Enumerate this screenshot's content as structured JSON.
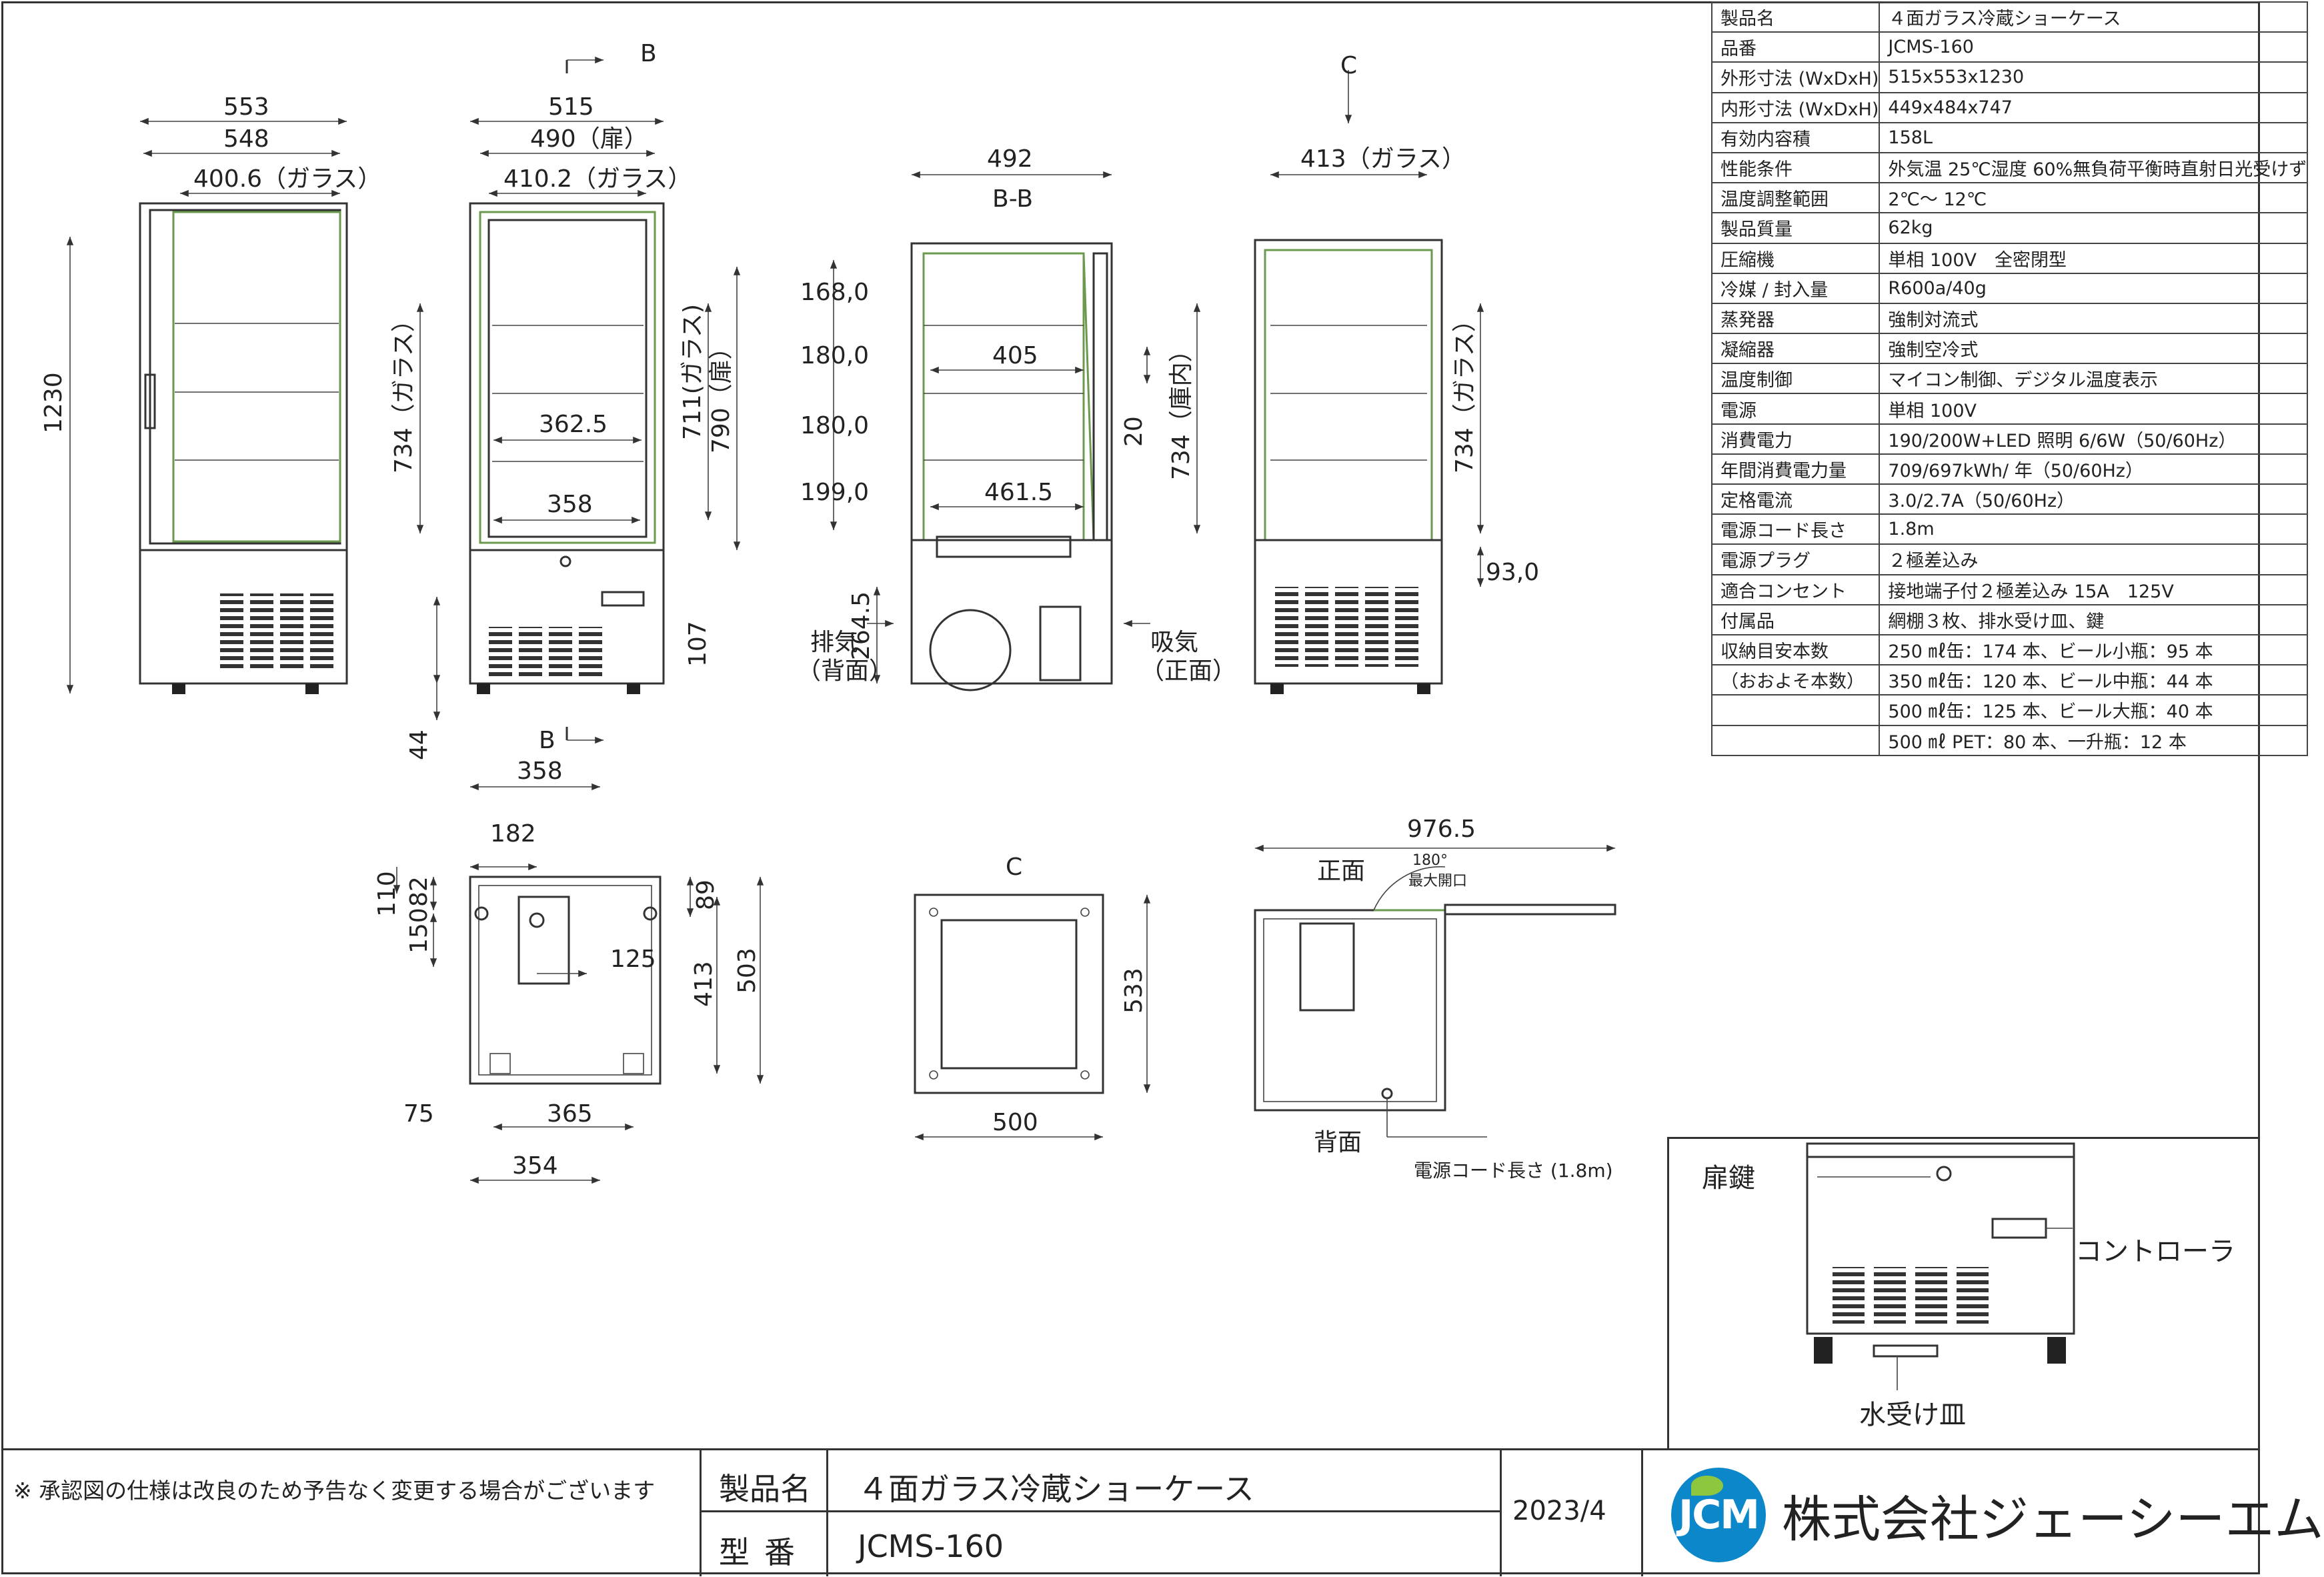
{
  "spec_table": [
    {
      "key": "製品名",
      "value": "４面ガラス冷蔵ショーケース"
    },
    {
      "key": "品番",
      "value": "JCMS-160"
    },
    {
      "key": "外形寸法 (WxDxH)",
      "value": "515x553x1230"
    },
    {
      "key": "内形寸法 (WxDxH)",
      "value": "449x484x747"
    },
    {
      "key": "有効内容積",
      "value": "158L"
    },
    {
      "key": "性能条件",
      "value": "外気温 25℃湿度 60%無負荷平衡時直射日光受けず"
    },
    {
      "key": "温度調整範囲",
      "value": "2℃～ 12℃"
    },
    {
      "key": "製品質量",
      "value": "62kg"
    },
    {
      "key": "圧縮機",
      "value": "単相 100V　全密閉型"
    },
    {
      "key": "冷媒 / 封入量",
      "value": "R600a/40g"
    },
    {
      "key": "蒸発器",
      "value": "強制対流式"
    },
    {
      "key": "凝縮器",
      "value": "強制空冷式"
    },
    {
      "key": "温度制御",
      "value": "マイコン制御、デジタル温度表示"
    },
    {
      "key": "電源",
      "value": "単相 100V"
    },
    {
      "key": "消費電力",
      "value": "190/200W+LED 照明 6/6W（50/60Hz）"
    },
    {
      "key": "年間消費電力量",
      "value": "709/697kWh/ 年（50/60Hz）"
    },
    {
      "key": "定格電流",
      "value": "3.0/2.7A（50/60Hz）"
    },
    {
      "key": "電源コード長さ",
      "value": "1.8m"
    },
    {
      "key": "電源プラグ",
      "value": "２極差込み"
    },
    {
      "key": "適合コンセント",
      "value": "接地端子付２極差込み 15A　125V"
    },
    {
      "key": "付属品",
      "value": "網棚３枚、排水受け皿、鍵"
    },
    {
      "key": "収納目安本数",
      "value": "250 ㎖缶：174 本、ビール小瓶：95 本"
    },
    {
      "key": "（おおよそ本数）",
      "value": "350 ㎖缶：120 本、ビール中瓶：44 本"
    },
    {
      "key": "",
      "value": "500 ㎖缶：125 本、ビール大瓶：40 本"
    },
    {
      "key": "",
      "value": "500 ㎖ PET：80 本、一升瓶：12 本"
    }
  ],
  "dims": {
    "side": {
      "d553": "553",
      "d548": "548",
      "d4006": "400.6（ガラス）",
      "h1230": "1230",
      "h734": "734（ガラス）"
    },
    "front": {
      "d515": "515",
      "d490": "490（扉）",
      "d4102": "410.2（ガラス）",
      "d3625": "362.5",
      "d358a": "358",
      "h711": "711(ガラス)",
      "h790": "790（扉）",
      "h107": "107",
      "h44": "44",
      "d358b": "358",
      "b_top": "B",
      "b_bottom": "B"
    },
    "section": {
      "d492": "492",
      "title": "B-B",
      "h1680": "168,0",
      "h1800a": "180,0",
      "h1800b": "180,0",
      "h1990": "199,0",
      "d405": "405",
      "d4615": "461.5",
      "h20": "20",
      "h734": "734（庫内）",
      "h2645": "264.5",
      "exhaust": "排気",
      "exhaust_sub": "（背面）",
      "intake": "吸気",
      "intake_sub": "（正面）"
    },
    "rear": {
      "c_top": "C",
      "d413": "413（ガラス）",
      "h734": "734（ガラス）",
      "h930": "93,0"
    },
    "bottom": {
      "d182": "182",
      "h110": "110",
      "h82": "82",
      "h150": "150",
      "d125": "125",
      "h89": "89",
      "h413": "413",
      "h503": "503",
      "d75": "75",
      "d365": "365",
      "d354": "354"
    },
    "plan": {
      "title": "C",
      "h533": "533",
      "d500": "500"
    },
    "top": {
      "d9765": "976.5",
      "front": "正面",
      "open": "180°",
      "open_sub": "最大開口",
      "back": "背面",
      "cord": "電源コード長さ (1.8m)"
    }
  },
  "inset": {
    "door_key": "扉鍵",
    "controller": "コントローラ",
    "drain_tray": "水受け皿"
  },
  "title_block": {
    "note": "※ 承認図の仕様は改良のため予告なく変更する場合がございます",
    "product_name_label": "製品名",
    "product_name": "４面ガラス冷蔵ショーケース",
    "model_label": "型番",
    "model": "JCMS-160",
    "date": "2023/4",
    "logo_text": "JCM",
    "company": "株式会社ジェーシーエム"
  },
  "colors": {
    "accent_green": "#6b9a4e",
    "logo_blue": "#0c87c9",
    "logo_green": "#8dc63f"
  }
}
